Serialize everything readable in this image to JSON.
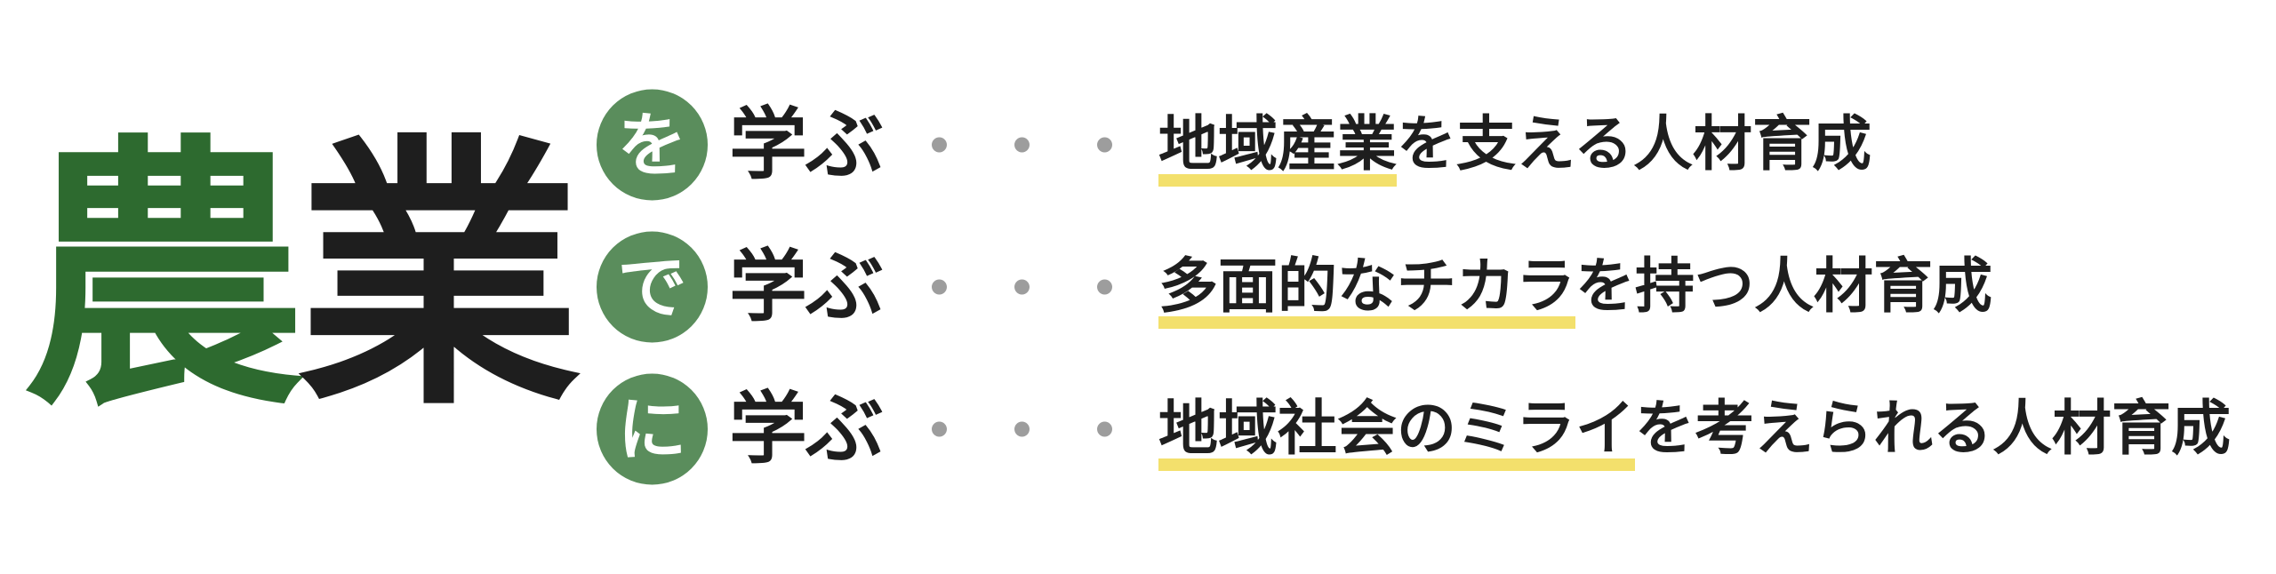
{
  "colors": {
    "primary_green": "#2d6a2f",
    "badge_green": "#5a8d5c",
    "text_black": "#1e1e1e",
    "dot_gray": "#9d9d9d",
    "highlight_yellow": "#f3e06c",
    "background": "#ffffff"
  },
  "hero": {
    "word": "農業",
    "char_green": "農",
    "char_black": "業"
  },
  "rows": [
    {
      "particle": "を",
      "verb": "学ぶ",
      "separator_dots": 3,
      "highlight": "地域産業",
      "rest": "を支える人材育成",
      "full_text": "地域産業を支える人材育成"
    },
    {
      "particle": "で",
      "verb": "学ぶ",
      "separator_dots": 3,
      "highlight": "多面的なチカラ",
      "rest": "を持つ人材育成",
      "full_text": "多面的なチカラを持つ人材育成"
    },
    {
      "particle": "に",
      "verb": "学ぶ",
      "separator_dots": 3,
      "highlight": "地域社会のミライ",
      "rest": "を考えられる人材育成",
      "full_text": "地域社会のミライを考えられる人材育成"
    }
  ]
}
